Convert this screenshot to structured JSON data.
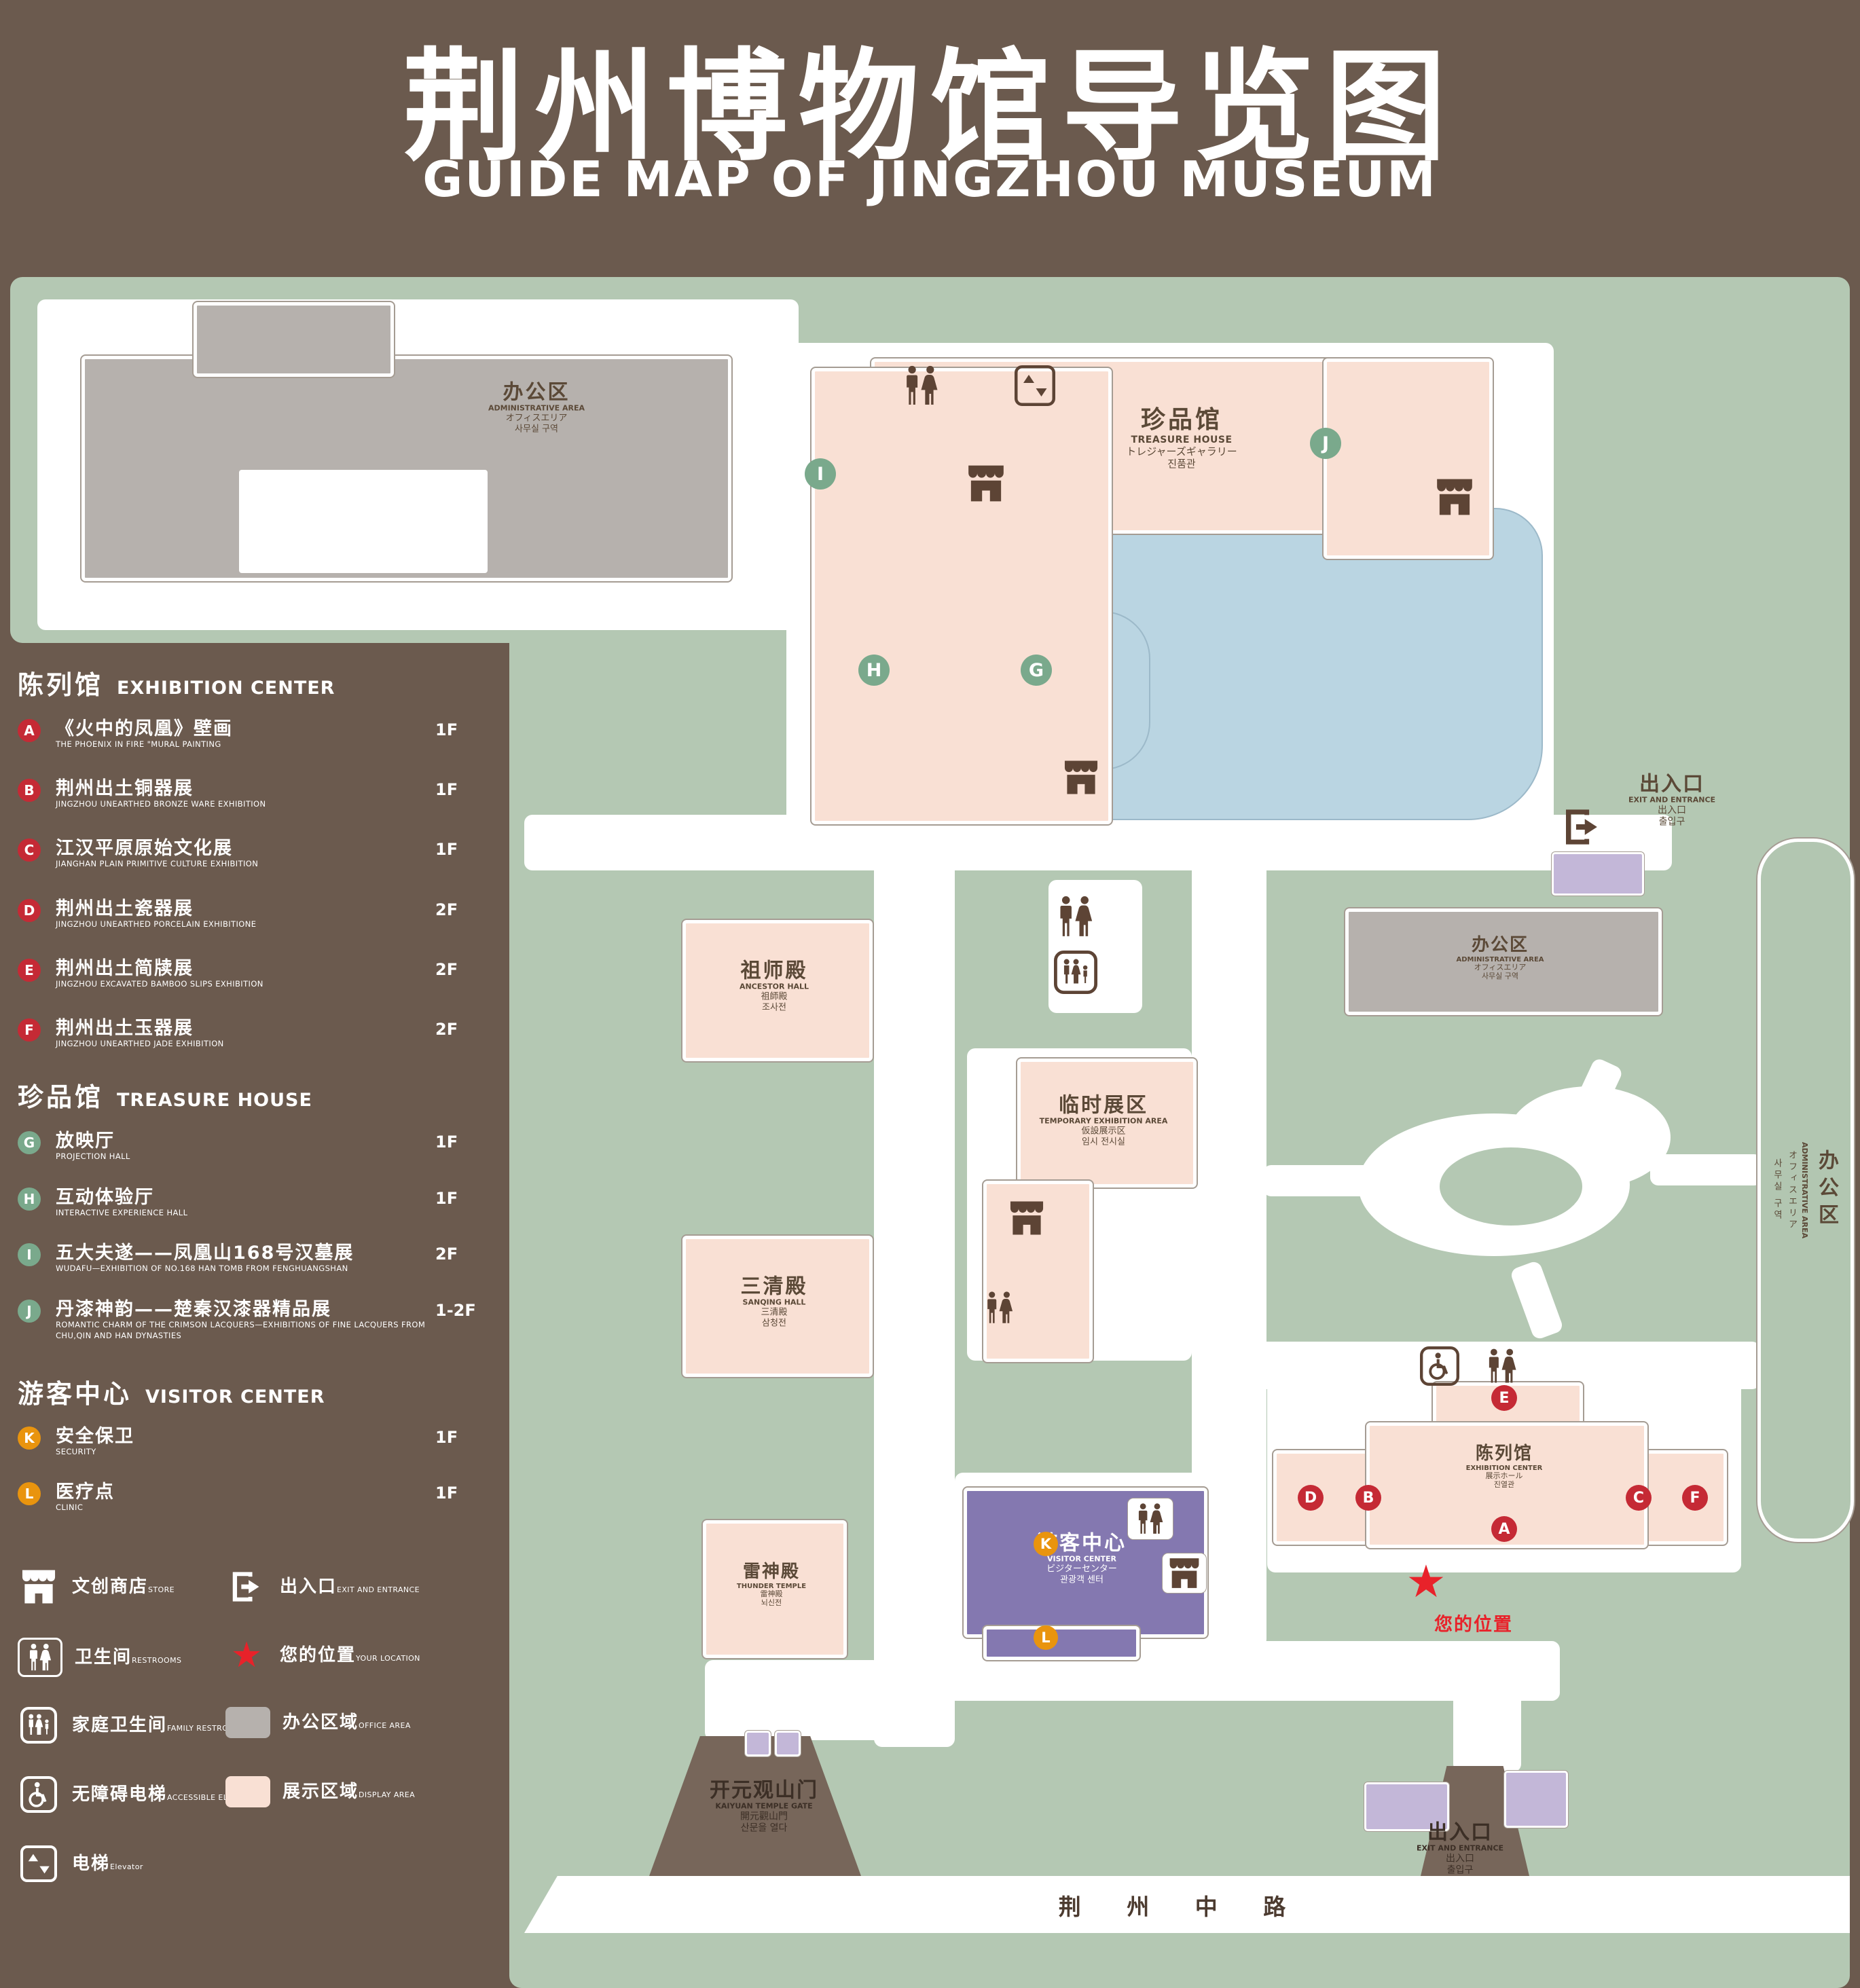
{
  "title": {
    "zh": "荆州博物馆导览图",
    "en": "GUIDE MAP OF JINGZHOU MUSEUM"
  },
  "colors": {
    "background": "#6b5a4e",
    "map_green": "#b4c8b3",
    "display_area": "#f9e0d4",
    "office_area": "#b6b1ad",
    "pond": "#bad5e2",
    "visitor_purple": "#8478b0",
    "exit_lavender": "#c3b7d8",
    "badge_red": "#c52a35",
    "badge_green": "#7aa98c",
    "badge_orange": "#e9940e",
    "location_red": "#e8222a"
  },
  "legend": {
    "sections": [
      {
        "title_zh": "陈列馆",
        "title_en": "EXHIBITION CENTER",
        "items": [
          {
            "letter": "A",
            "zh": "《火中的凤凰》壁画",
            "en": "THE PHOENIX IN FIRE \"MURAL PAINTING",
            "floor": "1F"
          },
          {
            "letter": "B",
            "zh": "荆州出土铜器展",
            "en": "JINGZHOU UNEARTHED BRONZE WARE EXHIBITION",
            "floor": "1F"
          },
          {
            "letter": "C",
            "zh": "江汉平原原始文化展",
            "en": "JIANGHAN PLAIN PRIMITIVE CULTURE EXHIBITION",
            "floor": "1F"
          },
          {
            "letter": "D",
            "zh": "荆州出土瓷器展",
            "en": "JINGZHOU UNEARTHED PORCELAIN EXHIBITIONE",
            "floor": "2F"
          },
          {
            "letter": "E",
            "zh": "荆州出土简牍展",
            "en": "JINGZHOU EXCAVATED BAMBOO SLIPS EXHIBITION",
            "floor": "2F"
          },
          {
            "letter": "F",
            "zh": "荆州出土玉器展",
            "en": "JINGZHOU UNEARTHED JADE EXHIBITION",
            "floor": "2F"
          }
        ]
      },
      {
        "title_zh": "珍品馆",
        "title_en": "TREASURE HOUSE",
        "items": [
          {
            "letter": "G",
            "zh": "放映厅",
            "en": "PROJECTION HALL",
            "floor": "1F"
          },
          {
            "letter": "H",
            "zh": "互动体验厅",
            "en": "INTERACTIVE EXPERIENCE HALL",
            "floor": "1F"
          },
          {
            "letter": "I",
            "zh": "五大夫遂——凤凰山168号汉墓展",
            "en": "WUDAFU—EXHIBITION OF NO.168 HAN TOMB FROM FENGHUANGSHAN",
            "floor": "2F"
          },
          {
            "letter": "J",
            "zh": "丹漆神韵——楚秦汉漆器精品展",
            "en": "ROMANTIC CHARM OF THE CRIMSON LACQUERS—EXHIBITIONS OF FINE LACQUERS FROM CHU,QIN AND HAN DYNASTIES",
            "floor": "1-2F"
          }
        ]
      },
      {
        "title_zh": "游客中心",
        "title_en": "VISITOR CENTER",
        "items": [
          {
            "letter": "K",
            "zh": "安全保卫",
            "en": "SECURITY",
            "floor": "1F"
          },
          {
            "letter": "L",
            "zh": "医疗点",
            "en": "CLINIC",
            "floor": "1F"
          }
        ]
      }
    ],
    "symbols": [
      {
        "zh": "文创商店",
        "en": "STORE"
      },
      {
        "zh": "出入口",
        "en": "EXIT AND ENTRANCE"
      },
      {
        "zh": "卫生间",
        "en": "RESTROOMS"
      },
      {
        "zh": "您的位置",
        "en": "YOUR LOCATION"
      },
      {
        "zh": "家庭卫生间",
        "en": "FAMILY RESTROOMS"
      },
      {
        "zh": "办公区域",
        "en": "OFFICE AREA"
      },
      {
        "zh": "无障碍电梯",
        "en": "ACCESSIBLE ELEVATOR"
      },
      {
        "zh": "展示区域",
        "en": "DISPLAY AREA"
      },
      {
        "zh": "电梯",
        "en": "Elevator"
      }
    ]
  },
  "map": {
    "admin_nw": {
      "zh": "办公区",
      "en": "ADMINISTRATIVE AREA",
      "ja": "オフィスエリア",
      "ko": "사무실 구역"
    },
    "treasure": {
      "zh": "珍品馆",
      "en": "TREASURE HOUSE",
      "ja": "トレジャーズギャラリー",
      "ko": "진품관"
    },
    "admin_mid": {
      "zh": "办公区",
      "en": "ADMINISTRATIVE AREA",
      "ja": "オフィスエリア",
      "ko": "사무실 구역"
    },
    "admin_e": {
      "zh": "办公区",
      "en": "ADMINISTRATIVE AREA",
      "ja": "オフィスエリア",
      "ko": "사무실 구역"
    },
    "ancestor": {
      "zh": "祖师殿",
      "en": "ANCESTOR HALL",
      "ja": "祖師殿",
      "ko": "조사전"
    },
    "temporary": {
      "zh": "临时展区",
      "en": "TEMPORARY EXHIBITION AREA",
      "ja": "仮設展示区",
      "ko": "임시 전시실"
    },
    "sanqing": {
      "zh": "三清殿",
      "en": "SANQING HALL",
      "ja": "三清殿",
      "ko": "삼청전"
    },
    "thunder": {
      "zh": "雷神殿",
      "en": "THUNDER TEMPLE",
      "ja": "雷神殿",
      "ko": "뇌신전"
    },
    "visitor": {
      "zh": "游客中心",
      "en": "VISITOR CENTER",
      "ja": "ビジターセンター",
      "ko": "관광객 센터"
    },
    "exhibition": {
      "zh": "陈列馆",
      "en": "EXHIBITION CENTER",
      "ja": "展示ホール",
      "ko": "진열관"
    },
    "exit_ne": {
      "zh": "出入口",
      "en": "EXIT AND ENTRANCE",
      "zh2": "出入口",
      "ko": "출입구"
    },
    "exit_s": {
      "zh": "出入口",
      "en": "EXIT AND ENTRANCE",
      "zh2": "出入口",
      "ko": "출입구"
    },
    "gate": {
      "zh": "开元观山门",
      "en": "KAIYUAN TEMPLE GATE",
      "zht": "開元觀山門",
      "ko": "산문을 열다"
    },
    "road": {
      "name": "荆 州 中 路"
    },
    "your_location": {
      "zh": "您的位置"
    },
    "markers": {
      "A": "A",
      "B": "B",
      "C": "C",
      "D": "D",
      "E": "E",
      "F": "F",
      "G": "G",
      "H": "H",
      "I": "I",
      "J": "J",
      "K": "K",
      "L": "L"
    }
  }
}
